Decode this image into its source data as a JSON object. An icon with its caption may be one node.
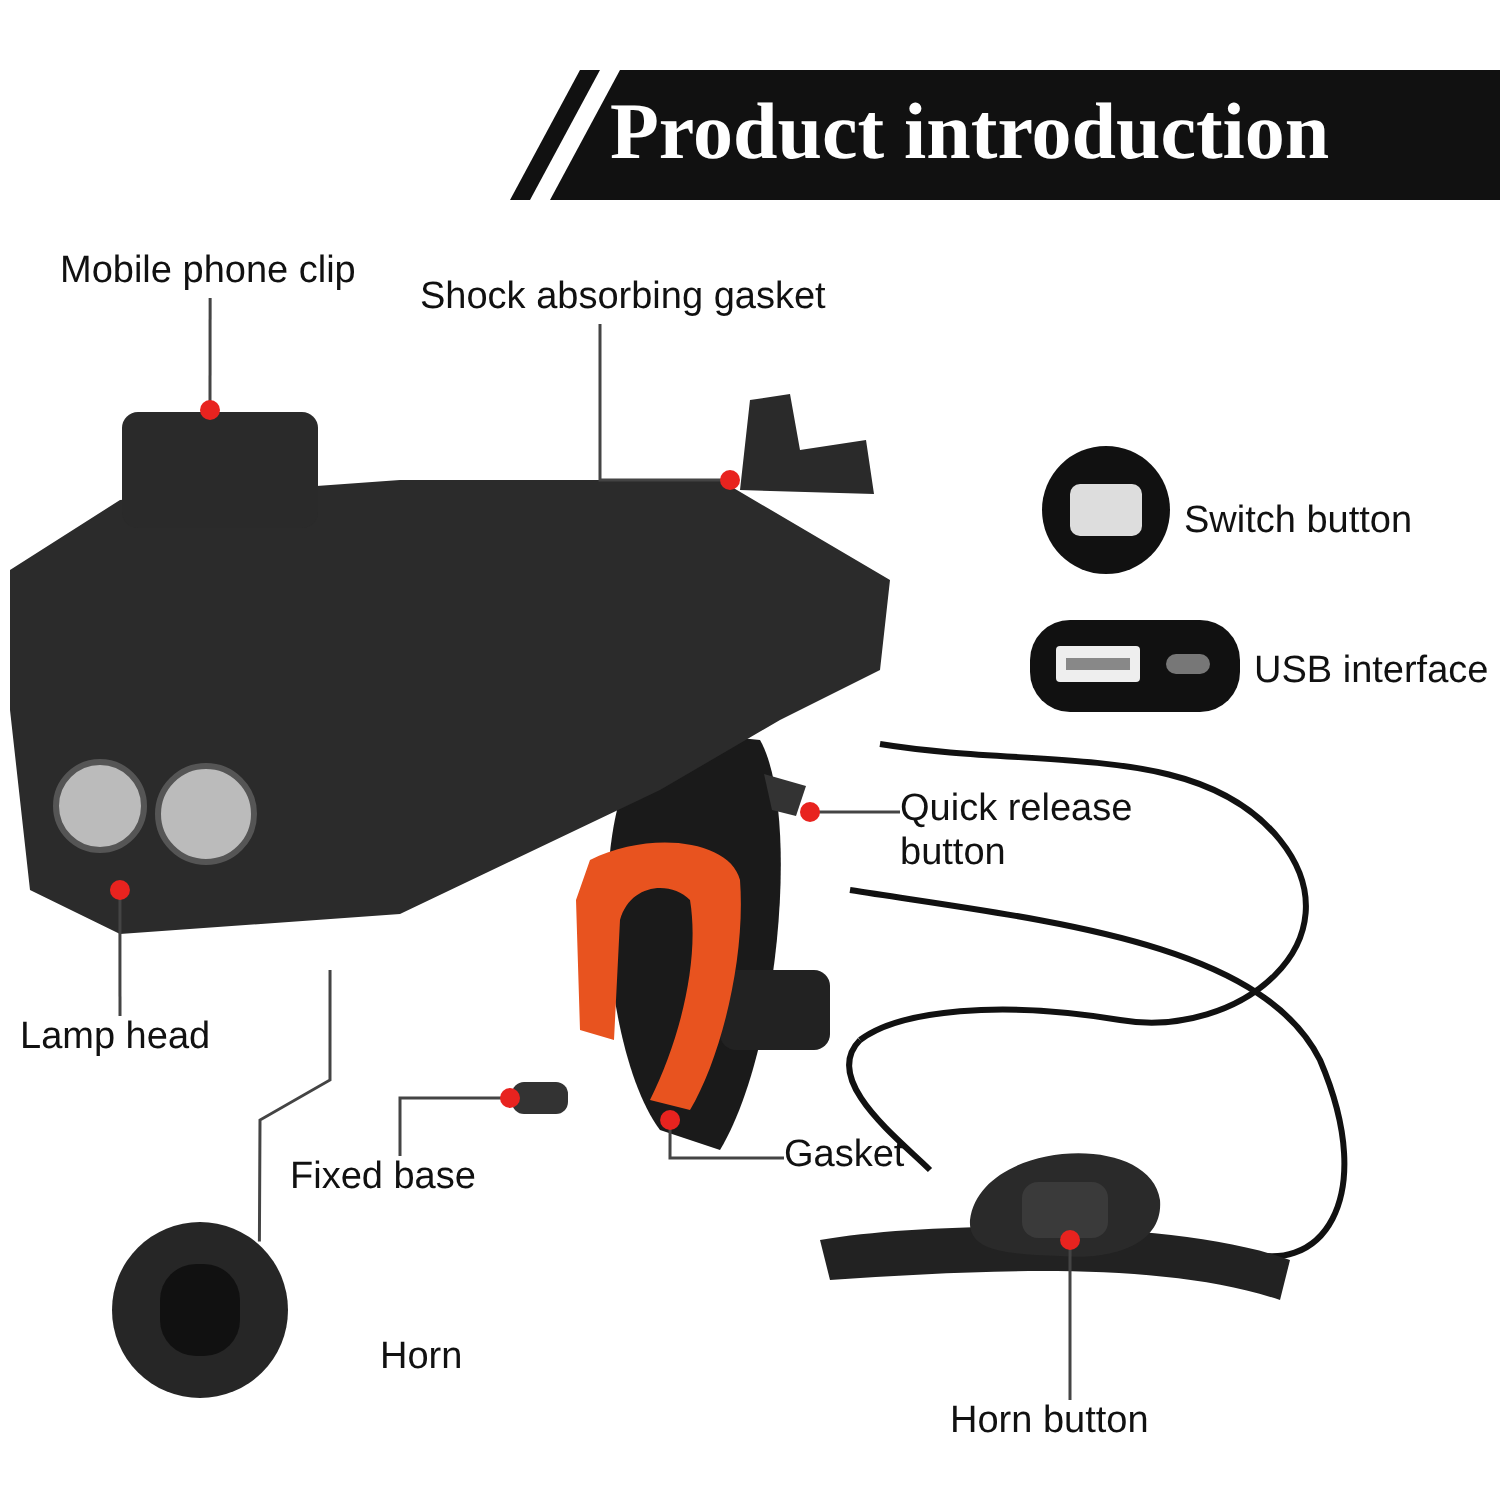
{
  "diagram": {
    "title": "Product introduction",
    "nodes": [
      {
        "text": [],
        "shape": "picture"
      },
      {
        "text": [
          "Mobile phone clip"
        ]
      },
      {
        "text": [],
        "shape": "box"
      },
      {
        "text": [
          "Shock absorbing gasket"
        ]
      },
      {
        "text": [],
        "shape": "picture"
      },
      {
        "text": [
          "Quick release button"
        ]
      },
      {
        "text": [],
        "shape": "picture"
      },
      {
        "text": [
          "Lamp head"
        ]
      },
      {
        "text": [],
        "shape": "picture",
        "in": 0
      },
      {
        "text": [
          "Fixed base"
        ]
      },
      {
        "text": [],
        "shape": "box"
      },
      {
        "text": [
          "Gasket"
        ]
      },
      {
        "text": [],
        "shape": "picture"
      },
      {
        "text": [],
        "shape": "picture"
      },
      {
        "text": [],
        "shape": "picture"
      },
      {
        "text": [
          "Horn button"
        ]
      },
      {
        "text": [],
        "shape": "box",
        "in": 14
      }
    ],
    "edges": [
      {
        "from": 1,
        "to": 2,
        "arrow": "other"
      },
      {
        "from": 3,
        "to": 4,
        "arrow": "other"
      },
      {
        "from": 5,
        "to": 6,
        "arrow": "other"
      },
      {
        "from": 7,
        "to": 8,
        "arrow": "other"
      },
      {
        "from": 9,
        "to": 10,
        "arrow": "other"
      },
      {
        "from": 11,
        "to": 12,
        "arrow": "other"
      },
      {
        "from": 13,
        "to": 0,
        "arrow": "none"
      },
      {
        "from": 15,
        "to": 16,
        "arrow": "other"
      }
    ],
    "labels": [
      "Switch button",
      "USB interface",
      "Horn"
    ]
  }
}
